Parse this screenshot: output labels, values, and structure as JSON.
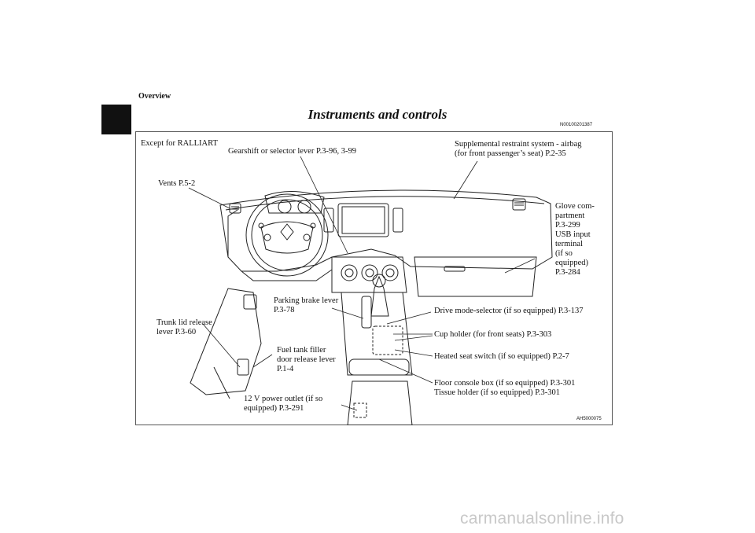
{
  "header": {
    "section": "Overview",
    "title": "Instruments and controls",
    "code": "N00100201387"
  },
  "figure": {
    "variant": "Except for RALLIART",
    "code": "AH5000075",
    "callouts": {
      "gearshift": "Gearshift or selector lever P.3-96, 3-99",
      "srs_airbag": "Supplemental restraint system - airbag\n(for front passenger’s seat) P.2-35",
      "vents": "Vents P.5-2",
      "glove": "Glove com-\npartment\nP.3-299\nUSB input\nterminal\n (if so\nequipped)\nP.3-284",
      "parking_brake": "Parking brake lever\nP.3-78",
      "drive_mode": "Drive mode-selector (if so equipped) P.3-137",
      "trunk": "Trunk lid release\nlever P.3-60",
      "cup_holder": "Cup holder (for front seats) P.3-303",
      "fuel_door": "Fuel tank filler\ndoor release lever\nP.1-4",
      "heated_seat": "Heated seat switch (if so equipped) P.2-7",
      "console_tissue": "Floor console box (if so equipped) P.3-301\nTissue holder (if so equipped) P.3-301",
      "power_outlet": "12 V power outlet (if so\nequipped) P.3-291"
    }
  },
  "watermark": "carmanualsonline.info"
}
